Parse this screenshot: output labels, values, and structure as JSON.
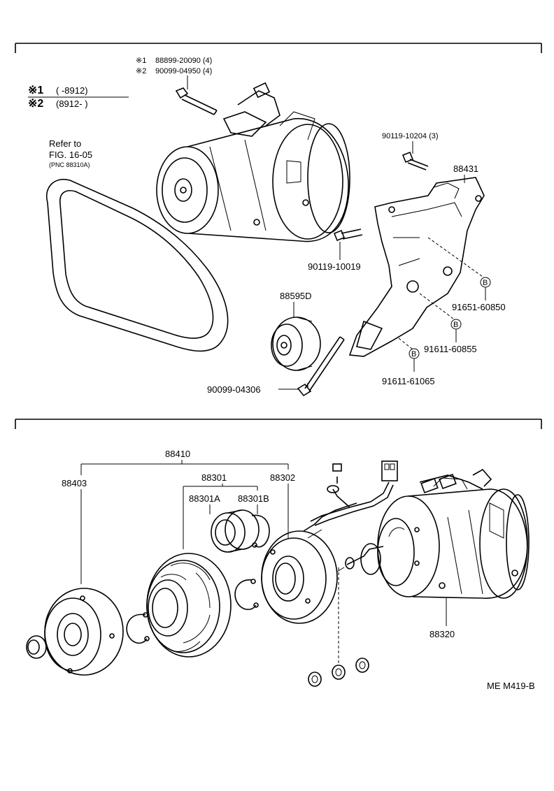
{
  "applicability": {
    "row1_mark": "※1",
    "row1_range": "(      -8912)",
    "row2_mark": "※2",
    "row2_range": "(8912-        )"
  },
  "bolt_notes": {
    "note1_mark": "※1",
    "note1_part": "88899-20090 (4)",
    "note2_mark": "※2",
    "note2_part": "90099-04950 (4)"
  },
  "belt_reference": {
    "line1": "Refer to",
    "line2": "FIG. 16-05",
    "line3": "(PNC 88310A)"
  },
  "upper_parts": {
    "bolt_bracket": "90119-10204 (3)",
    "bracket": "88431",
    "bolt_mid": "90119-10019",
    "idler": "88595D",
    "nut1": "91651-60850",
    "nut2": "91611-60855",
    "nut3": "91611-61065",
    "long_bolt": "90099-04306",
    "circle_mark": "B"
  },
  "lower_parts": {
    "clutch_assy": "88410",
    "hub": "88403",
    "pulley": "88301",
    "pulley_bearing": "88301A",
    "snap_ring": "88301B",
    "stator": "88302",
    "compressor": "88320"
  },
  "figure_code": "ME M419-B"
}
